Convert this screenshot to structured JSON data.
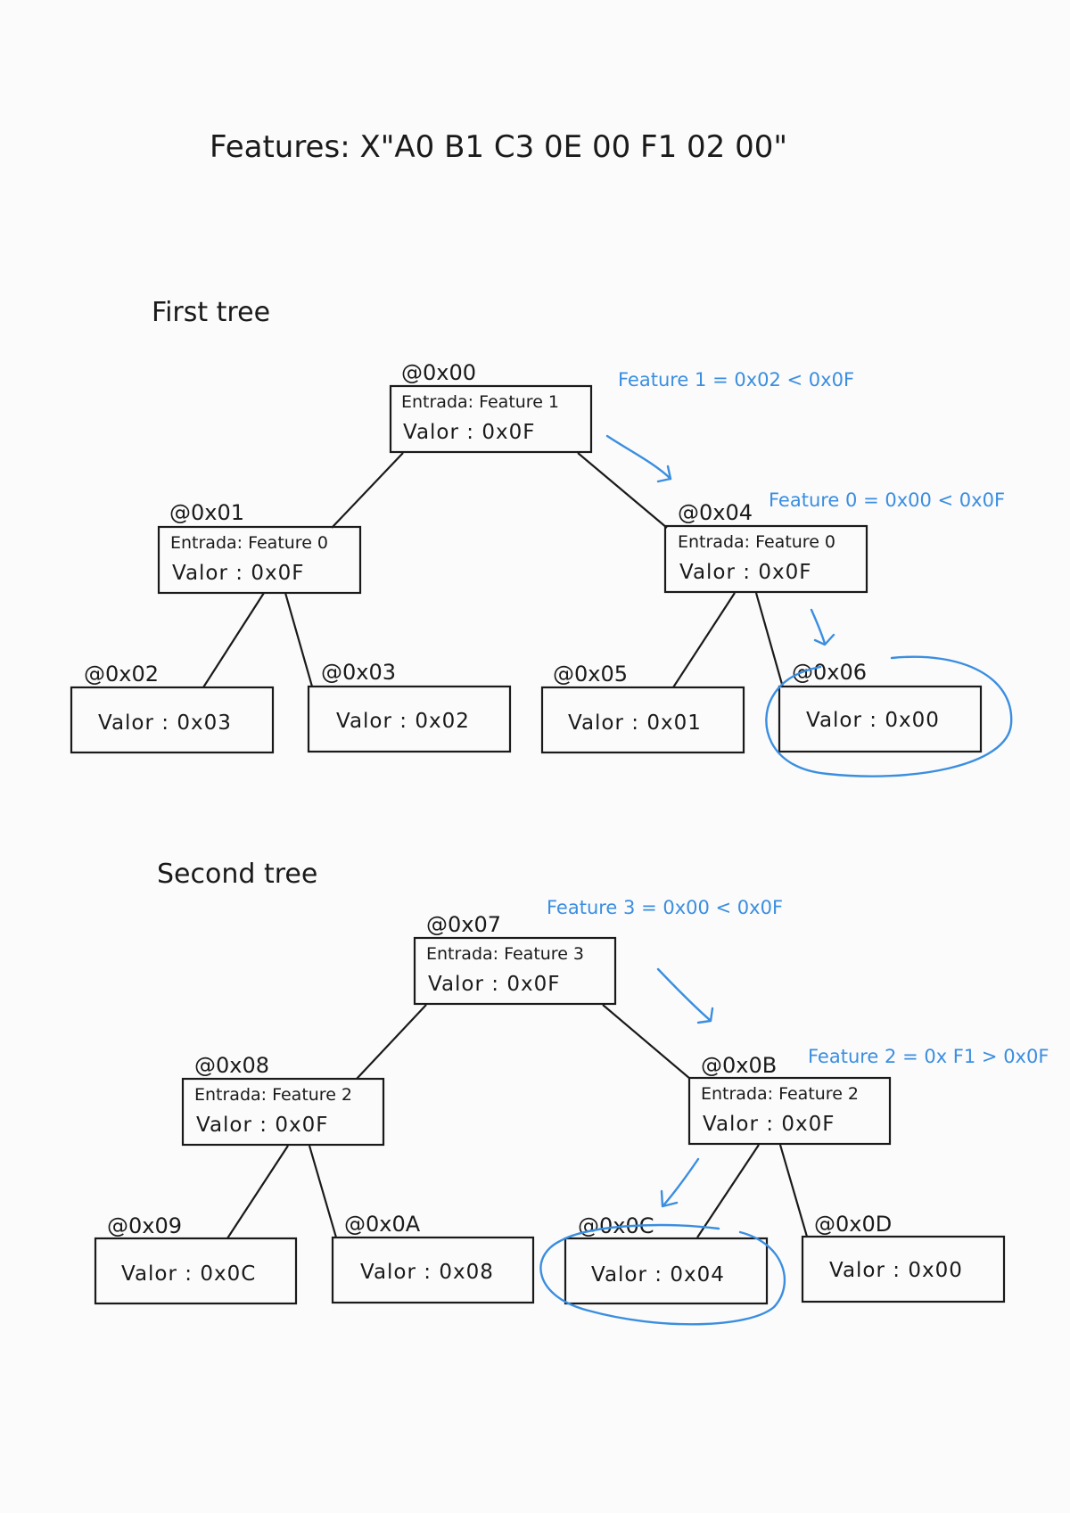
{
  "header": {
    "title": "Features:  X\"A0 B1 C3 0E 00 F1 02 00\""
  },
  "colors": {
    "ink": "#1a1a1a",
    "annotation": "#3a8ee0",
    "background": "#fbfbfb"
  },
  "trees": [
    {
      "label": "First tree",
      "nodes": [
        {
          "addr": "@0x00",
          "entrada": "Entrada: Feature 1",
          "valor": "Valor :  0x0F"
        },
        {
          "addr": "@0x01",
          "entrada": "Entrada: Feature 0",
          "valor": "Valor :  0x0F"
        },
        {
          "addr": "@0x04",
          "entrada": "Entrada: Feature 0",
          "valor": "Valor :  0x0F"
        },
        {
          "addr": "@0x02",
          "valor": "Valor :  0x03"
        },
        {
          "addr": "@0x03",
          "valor": "Valor :  0x02"
        },
        {
          "addr": "@0x05",
          "valor": "Valor :  0x01"
        },
        {
          "addr": "@0x06",
          "valor": "Valor :  0x00"
        }
      ],
      "annotations": [
        "Feature 1 = 0x02 < 0x0F",
        "Feature 0 = 0x00 < 0x0F"
      ]
    },
    {
      "label": "Second tree",
      "nodes": [
        {
          "addr": "@0x07",
          "entrada": "Entrada: Feature 3",
          "valor": "Valor :  0x0F"
        },
        {
          "addr": "@0x08",
          "entrada": "Entrada: Feature 2",
          "valor": "Valor :  0x0F"
        },
        {
          "addr": "@0x0B",
          "entrada": "Entrada: Feature 2",
          "valor": "Valor :  0x0F"
        },
        {
          "addr": "@0x09",
          "valor": "Valor :  0x0C"
        },
        {
          "addr": "@0x0A",
          "valor": "Valor :  0x08"
        },
        {
          "addr": "@0x0C",
          "valor": "Valor :  0x04"
        },
        {
          "addr": "@0x0D",
          "valor": "Valor :  0x00"
        }
      ],
      "annotations": [
        "Feature 3 = 0x00 < 0x0F",
        "Feature 2 = 0x F1 > 0x0F"
      ]
    }
  ]
}
